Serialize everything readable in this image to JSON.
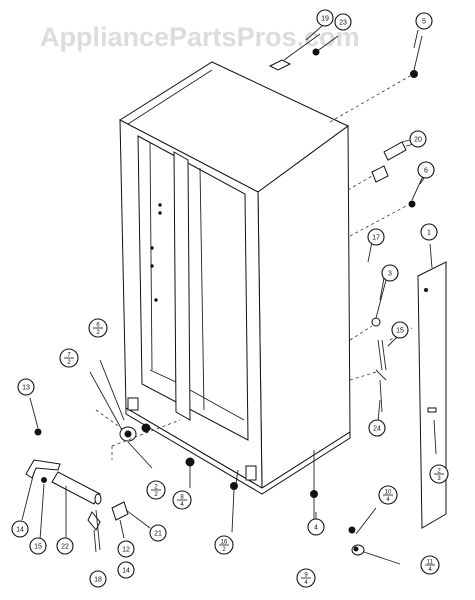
{
  "watermark": "AppliancePartsPros.com",
  "callouts": [
    {
      "id": "c19",
      "text": "19"
    },
    {
      "id": "c23",
      "text": "23"
    },
    {
      "id": "c5",
      "text": "5"
    },
    {
      "id": "c20",
      "text": "20"
    },
    {
      "id": "c6",
      "text": "6"
    },
    {
      "id": "c17",
      "text": "17"
    },
    {
      "id": "c1",
      "text": "1"
    },
    {
      "id": "c3",
      "text": "3"
    },
    {
      "id": "c15r",
      "text": "15"
    },
    {
      "id": "c24",
      "text": "24"
    },
    {
      "id": "c4",
      "text": "4"
    },
    {
      "id": "c13",
      "text": "13"
    },
    {
      "id": "c14a",
      "text": "14"
    },
    {
      "id": "c15l",
      "text": "15"
    },
    {
      "id": "c22",
      "text": "22"
    },
    {
      "id": "c18",
      "text": "18"
    },
    {
      "id": "c14b",
      "text": "14"
    },
    {
      "id": "c12",
      "text": "12"
    },
    {
      "id": "c21",
      "text": "21"
    }
  ],
  "fraction_callouts": [
    {
      "id": "f6_2",
      "top": "6",
      "bottom": "2"
    },
    {
      "id": "f7_2",
      "top": "7",
      "bottom": "2"
    },
    {
      "id": "f2_2",
      "top": "2",
      "bottom": "2"
    },
    {
      "id": "f8_4",
      "top": "8",
      "bottom": "4"
    },
    {
      "id": "f16_2",
      "top": "16",
      "bottom": "2"
    },
    {
      "id": "f2_3",
      "top": "2",
      "bottom": "3"
    },
    {
      "id": "f10_4",
      "top": "10",
      "bottom": "4"
    },
    {
      "id": "f11_4",
      "top": "11",
      "bottom": "4"
    },
    {
      "id": "f9_4",
      "top": "9",
      "bottom": "4"
    }
  ]
}
